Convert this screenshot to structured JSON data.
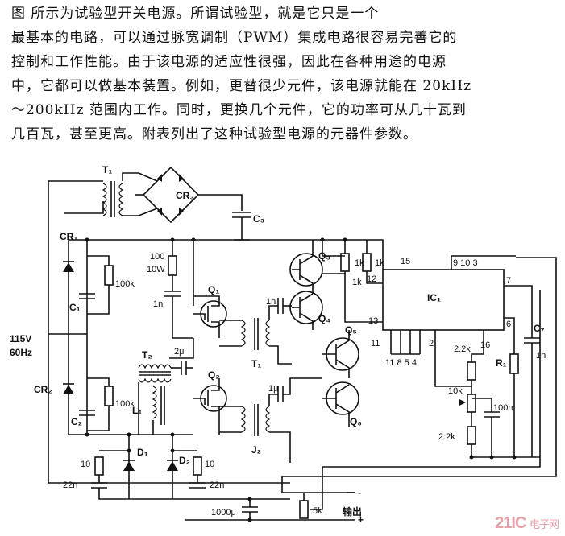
{
  "description": {
    "line1": "图        所示为试验型开关电源。所谓试验型，就是它只是一个",
    "line2": "最基本的电路，可以通过脉宽调制（PWM）集成电路很容易完善它的",
    "line3": "控制和工作性能。由于该电源的适应性很强，因此在各种用途的电源",
    "line4": "中，它都可以做基本装置。例如，更替很少元件，该电源就能在 20kHz",
    "line5": "～200kHz 范围内工作。同时，更换几个元件，它的功率可从几十瓦到",
    "line6": "几百瓦，甚至更高。附表列出了这种试验型电源的元器件参数。"
  },
  "schematic": {
    "T1_top": "T₁",
    "CR3": "CR₃",
    "C3": "C₃",
    "CR1": "CR₁",
    "C1": "C₁",
    "r100k_1": "100k",
    "r100": "100",
    "r10w": "10W",
    "c1n_a": "1n",
    "Q1": "Q₁",
    "Q2": "Q₂",
    "c1n_b": "1n",
    "T1_mid": "T₁",
    "Q3": "Q₃",
    "Q4": "Q₄",
    "Q5": "Q₅",
    "Q6": "Q₆",
    "r1k_a": "1k",
    "r1k_b": "1k",
    "r1k_c": "1k",
    "pin15": "15",
    "pin12": "12",
    "pin13": "13",
    "pin11": "11",
    "pin2": "2",
    "pins_top": "9 10 3",
    "pin7": "7",
    "pin6": "6",
    "pin16": "16",
    "pins_bottom": "11 8 5 4",
    "IC1": "IC₁",
    "C7": "C₇",
    "c1n_c": "1n",
    "R1": "R₁",
    "r22k_a": "2.2k",
    "r10k": "10k",
    "r22k_b": "2.2k",
    "c100n": "100n",
    "v115": "115V",
    "hz60": "60Hz",
    "CR2": "CR₂",
    "C2": "C₂",
    "r100k_2": "100k",
    "T2": "T₂",
    "c2u": "2μ",
    "L1": "L₁",
    "c1u": "1μ",
    "J2": "J₂",
    "D1": "D₁",
    "D2": "D₂",
    "r10_a": "10",
    "c22n_a": "22n",
    "r10_b": "10",
    "c22n_b": "22n",
    "c1000u": "1000μ",
    "r5k": "5k",
    "out": "输出",
    "minus": "-",
    "plus": "+"
  },
  "watermark": {
    "brand": "21IC",
    "sub": "电子网"
  }
}
